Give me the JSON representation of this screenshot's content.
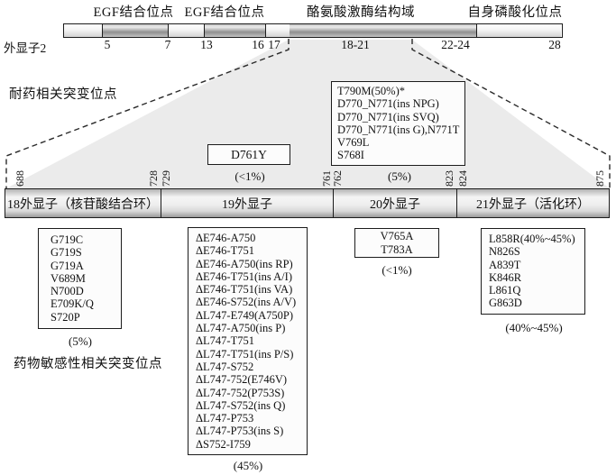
{
  "diagram": {
    "top_bar": {
      "domain_labels": [
        "EGF结合位点",
        "EGF结合位点",
        "酪氨酸激酶结构域",
        "自身磷酸化位点"
      ],
      "axis_label": "外显子2",
      "ticks": [
        "5",
        "7",
        "13",
        "16",
        "17",
        "18-21",
        "22-24",
        "28"
      ]
    },
    "resistance": {
      "label": "耐药相关突变位点",
      "d761y_box": {
        "mutations": [
          "D761Y"
        ],
        "frequency": "(<1%)"
      },
      "t790m_box": {
        "mutations": [
          "T790M(50%)*",
          "D770_N771(ins NPG)",
          "D770_N771(ins SVQ)",
          "D770_N771(ins G),N771T",
          "V769L",
          "S768I"
        ],
        "frequency": "(5%)"
      }
    },
    "codon_ticks": [
      "688",
      "728",
      "729",
      "761",
      "762",
      "823",
      "824",
      "875"
    ],
    "detail_bar": {
      "segments": [
        "18外显子（核苷酸结合环）",
        "19外显子",
        "20外显子",
        "21外显子（活化环）"
      ]
    },
    "sensitivity": {
      "label": "药物敏感性相关突变位点",
      "exon18_box": {
        "mutations": [
          "G719C",
          "G719S",
          "G719A",
          "V689M",
          "N700D",
          "E709K/Q",
          "S720P"
        ],
        "frequency": "(5%)"
      },
      "exon19_box": {
        "mutations": [
          "ΔE746-A750",
          "ΔE746-T751",
          "ΔE746-A750(ins RP)",
          "ΔE746-T751(ins A/I)",
          "ΔE746-T751(ins VA)",
          "ΔE746-S752(ins A/V)",
          "ΔL747-E749(A750P)",
          "ΔL747-A750(ins P)",
          "ΔL747-T751",
          "ΔL747-T751(ins P/S)",
          "ΔL747-S752",
          "ΔL747-752(E746V)",
          "ΔL747-752(P753S)",
          "ΔL747-S752(ins Q)",
          "ΔL747-P753",
          "ΔL747-P753(ins S)",
          "ΔS752-I759"
        ],
        "frequency": "(45%)"
      },
      "exon20_box": {
        "mutations": [
          "V765A",
          "T783A"
        ],
        "frequency": "(<1%)"
      },
      "exon21_box": {
        "mutations": [
          "L858R(40%~45%)",
          "N826S",
          "A839T",
          "K846R",
          "L861Q",
          "G863D"
        ],
        "frequency": "(40%~45%)"
      }
    }
  }
}
